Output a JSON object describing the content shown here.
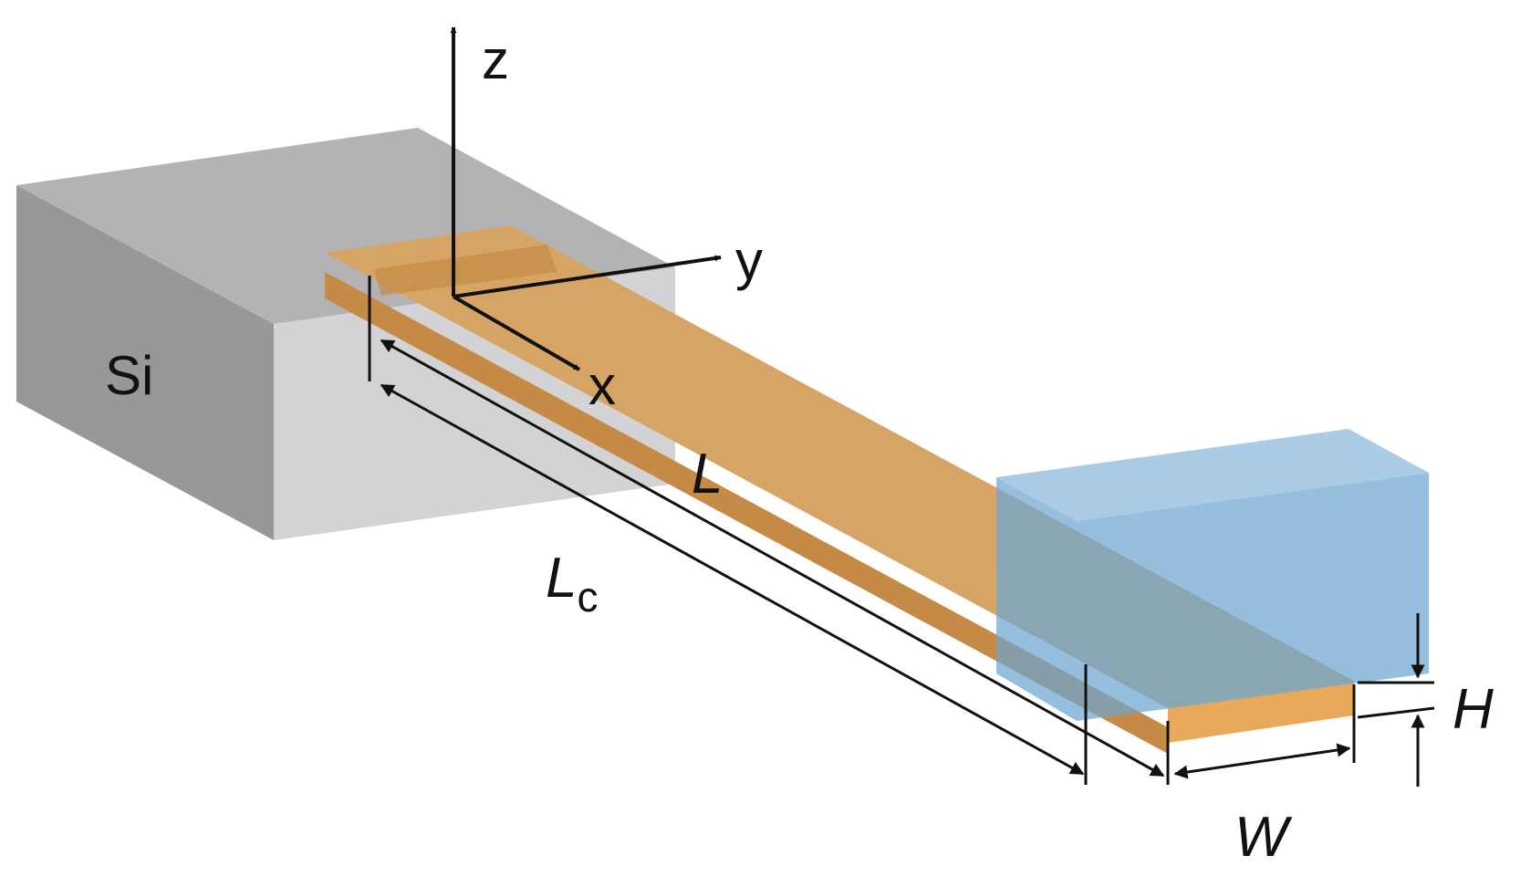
{
  "labels": {
    "substrate": "Si",
    "axis_z": "z",
    "axis_y": "y",
    "axis_x": "x",
    "dim_length": "L",
    "dim_contact_main": "L",
    "dim_contact_sub": "c",
    "dim_width": "W",
    "dim_height": "H"
  },
  "colors": {
    "si_top": "#b3b3b5",
    "si_left": "#98989b",
    "si_front": "#d3d3d5",
    "beam_top": "#d6a465",
    "beam_side": "#c48a46",
    "beam_end": "#e8a95a",
    "block_top": "#8ab8dc",
    "block_side": "#6ea6d1",
    "lines": "#111111"
  }
}
